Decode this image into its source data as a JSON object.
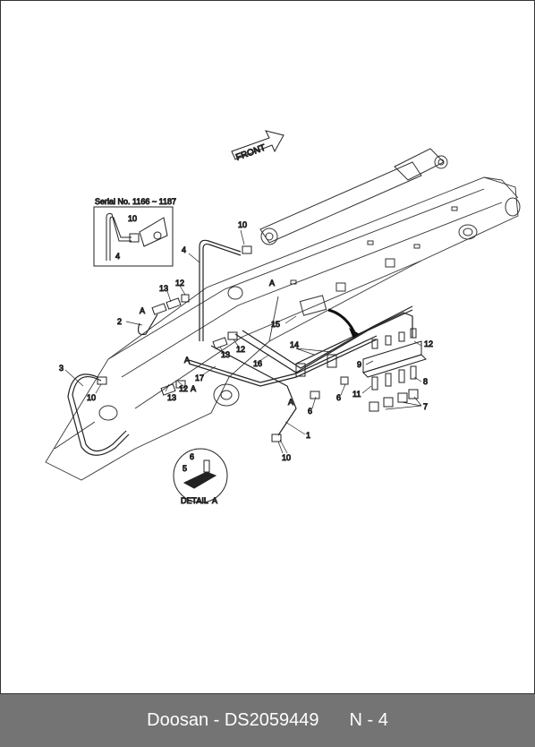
{
  "diagram": {
    "serial_note": "Serial No. 1166 ~ 1187",
    "front_label": "FRONT",
    "detail_label": "DETAIL  A",
    "detail_marker": "A",
    "callouts": [
      "1",
      "2",
      "3",
      "4",
      "5",
      "6",
      "7",
      "8",
      "9",
      "10",
      "11",
      "12",
      "13",
      "14",
      "15",
      "16",
      "17"
    ]
  },
  "footer": {
    "doc_code": "Doosan - DS2059449",
    "page": "N - 4"
  }
}
